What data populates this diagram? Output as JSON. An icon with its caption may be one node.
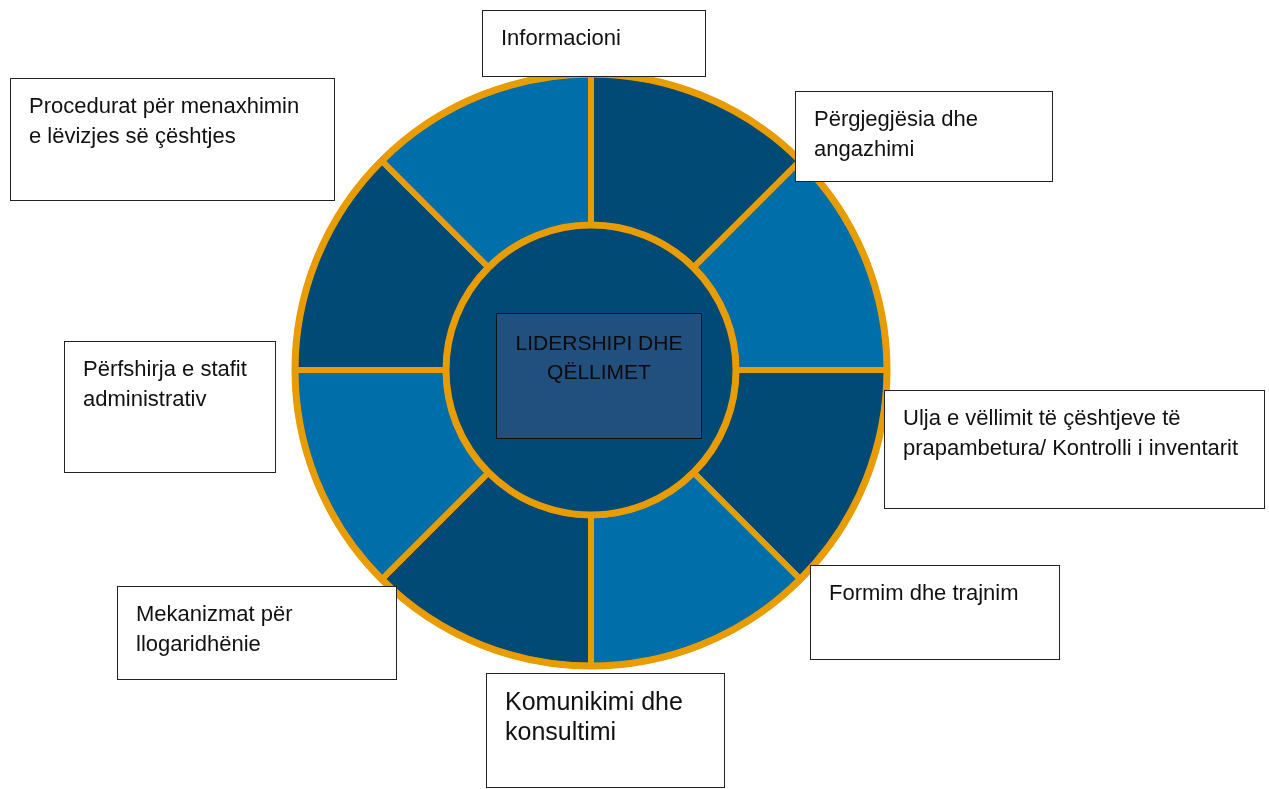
{
  "diagram": {
    "nodes": [
      {
        "text": [
          "Informacioni"
        ]
      },
      {
        "text": [
          "Procedurat për menaxhimin e lëvizjes së çështjes"
        ]
      },
      {
        "text": [
          "Përgjegjësia dhe angazhimi"
        ]
      },
      {
        "text": [
          "LIDERSHIPI DHE QËLLIMET"
        ]
      },
      {
        "text": [
          "Përfshirja e stafit administrativ"
        ]
      },
      {
        "text": [
          "Ulja e vëllimit të çështjeve të prapambetura/ Kontrolli i inventarit"
        ]
      },
      {
        "text": [
          "Formim dhe trajnim"
        ]
      },
      {
        "text": [
          "Mekanizmat për llogaridhënie"
        ]
      },
      {
        "text": [
          "Komunikimi dhe konsultimi"
        ]
      }
    ]
  }
}
